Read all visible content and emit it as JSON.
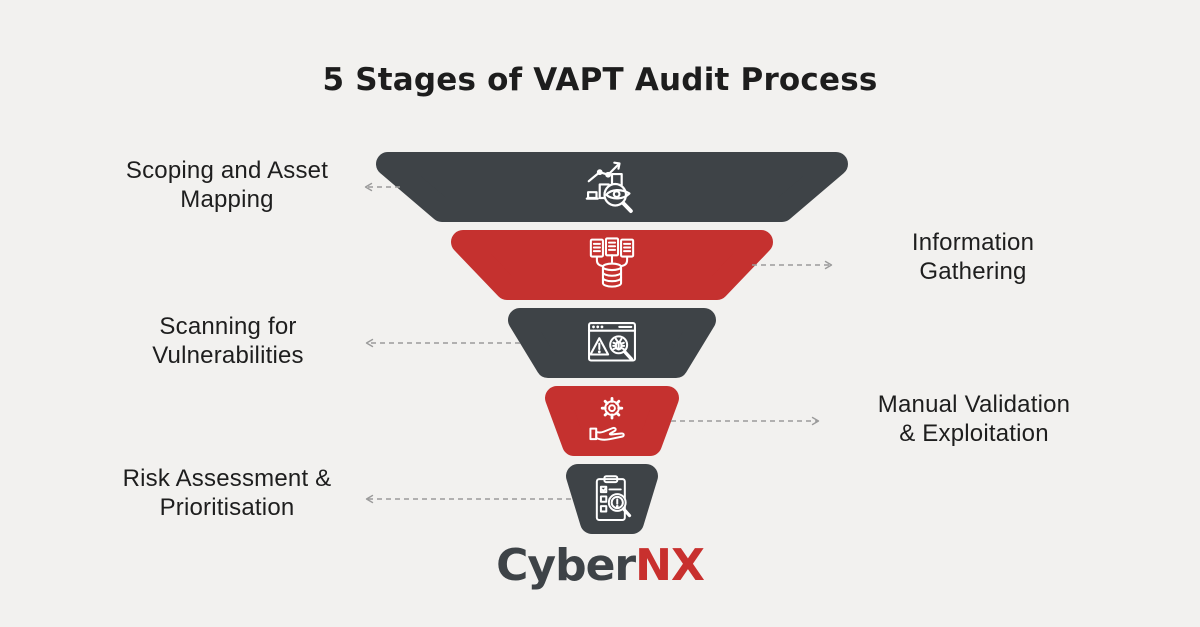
{
  "title": "5 Stages of VAPT Audit Process",
  "colors": {
    "background": "#f2f1ef",
    "dark": "#3e4347",
    "red": "#c5312f",
    "label_text": "#1e1e1e",
    "arrow": "#9b9b9b",
    "icon_stroke": "#ffffff",
    "logo_dark": "#3e4347",
    "logo_red": "#c8302e"
  },
  "stages": [
    {
      "num": 1,
      "label": "Scoping and Asset Mapping",
      "lines": [
        "Scoping and Asset",
        "Mapping"
      ],
      "side": "left",
      "color_key": "dark",
      "icon": "chart-magnifier-icon"
    },
    {
      "num": 2,
      "label": "Information Gathering",
      "lines": [
        "Information",
        "Gathering"
      ],
      "side": "right",
      "color_key": "red",
      "icon": "documents-database-icon"
    },
    {
      "num": 3,
      "label": "Scanning for Vulnerabilities",
      "lines": [
        "Scanning for",
        "Vulnerabilities"
      ],
      "side": "left",
      "color_key": "dark",
      "icon": "browser-bug-scan-icon"
    },
    {
      "num": 4,
      "label": "Manual Validation & Exploitation",
      "lines": [
        "Manual Validation",
        "& Exploitation"
      ],
      "side": "right",
      "color_key": "red",
      "icon": "gear-hand-icon"
    },
    {
      "num": 5,
      "label": "Risk Assessment & Prioritisation",
      "lines": [
        "Risk Assessment &",
        "Prioritisation"
      ],
      "side": "left",
      "color_key": "dark",
      "icon": "clipboard-magnifier-icon"
    }
  ],
  "logo": {
    "part1": "Cyber",
    "part2": "NX"
  }
}
